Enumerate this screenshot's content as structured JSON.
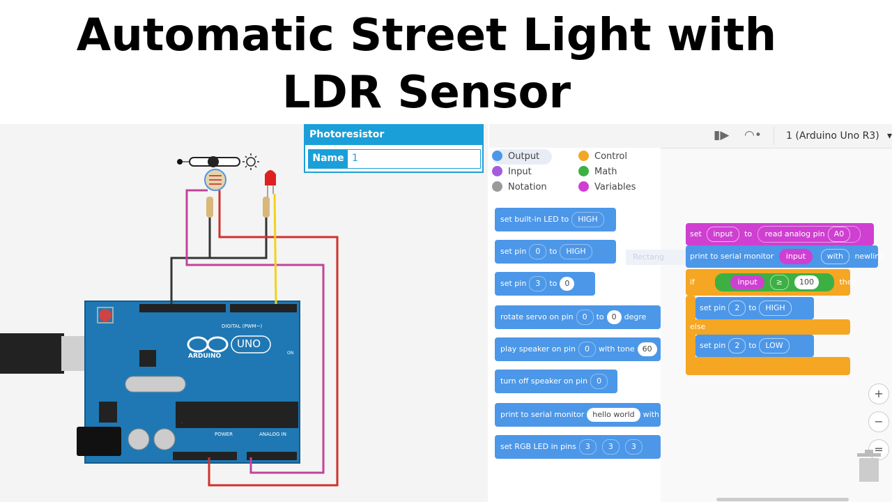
{
  "title": {
    "line1": "Automatic Street Light with",
    "line2": "LDR Sensor"
  },
  "inspector": {
    "header": "Photoresistor",
    "name_label": "Name",
    "name_value": "1"
  },
  "toolbar": {
    "device": "1 (Arduino Uno R3)"
  },
  "arduino": {
    "brand": "ARDUINO",
    "model": "UNO",
    "digital_label": "DIGITAL (PWM~)",
    "power_label": "POWER",
    "analog_label": "ANALOG IN",
    "on_label": "ON"
  },
  "categories": [
    {
      "label": "Output",
      "color": "#4c97e8"
    },
    {
      "label": "Control",
      "color": "#f5a623"
    },
    {
      "label": "Input",
      "color": "#a55bde"
    },
    {
      "label": "Math",
      "color": "#3cb043"
    },
    {
      "label": "Notation",
      "color": "#9a9a9a"
    },
    {
      "label": "Variables",
      "color": "#cf3fd1"
    }
  ],
  "palette": {
    "b1": {
      "text": "set built-in LED to",
      "dd": "HIGH"
    },
    "b2": {
      "text": "set pin",
      "dd1": "0",
      "to": "to",
      "dd2": "HIGH"
    },
    "b3": {
      "text": "set pin",
      "dd1": "3",
      "to": "to",
      "num": "0"
    },
    "b4": {
      "text": "rotate servo on pin",
      "dd1": "0",
      "to": "to",
      "num": "0",
      "tail": "degre"
    },
    "b5": {
      "text": "play speaker on pin",
      "dd1": "0",
      "mid": "with tone",
      "num": "60"
    },
    "b6": {
      "text": "turn off speaker on pin",
      "dd1": "0"
    },
    "b7": {
      "text": "print to serial monitor",
      "str": "hello world",
      "tail": "with"
    },
    "b8": {
      "text": "set RGB LED in pins",
      "dd1": "3",
      "dd2": "3",
      "dd3": "3"
    }
  },
  "ghost": "Rectang",
  "workspace": {
    "set": {
      "kw": "set",
      "var": "input",
      "to": "to",
      "read": "read analog pin",
      "pin": "A0"
    },
    "print": {
      "text": "print to serial monitor",
      "var": "input",
      "with": "with",
      "newline": "newline"
    },
    "if": {
      "kw": "if",
      "var": "input",
      "op": "≥",
      "num": "100",
      "then": "then",
      "else": "else"
    },
    "pin_high": {
      "text": "set pin",
      "pin": "2",
      "to": "to",
      "val": "HIGH"
    },
    "pin_low": {
      "text": "set pin",
      "pin": "2",
      "to": "to",
      "val": "LOW"
    }
  },
  "zoom": {
    "in": "+",
    "out": "−",
    "fit": "="
  }
}
